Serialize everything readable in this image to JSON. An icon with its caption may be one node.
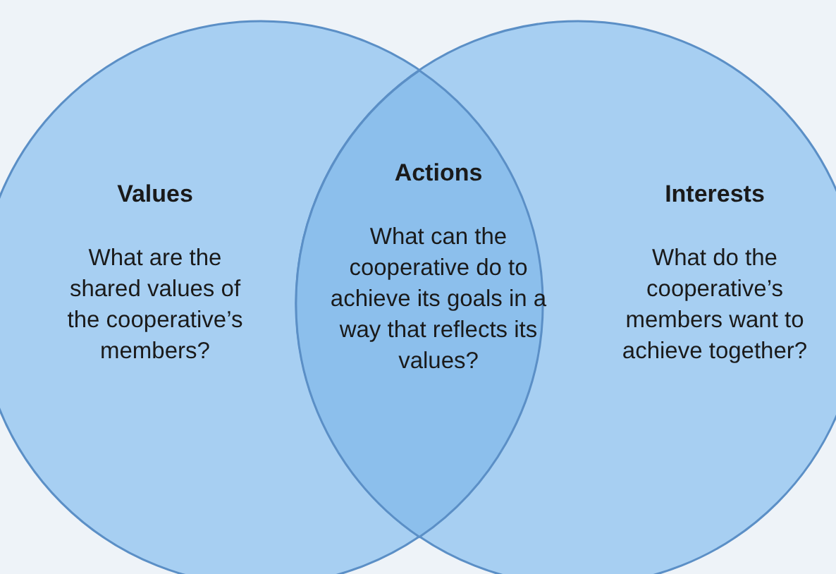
{
  "diagram": {
    "nodes": [
      {
        "text": [
          "Values",
          "What are the shared values of the cooperative’s members?"
        ]
      },
      {
        "text": [
          "Interests",
          "What do the cooperative’s members want to achieve together?"
        ]
      },
      {
        "text": [
          "Actions",
          "What can the cooperative do to achieve its goals in a way that reflects its values?"
        ]
      }
    ],
    "edges": []
  }
}
